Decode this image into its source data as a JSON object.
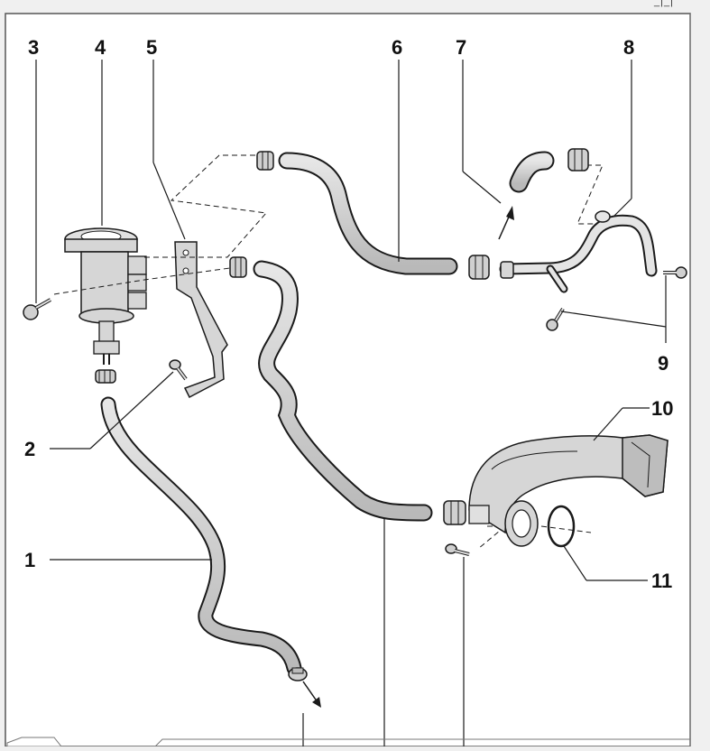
{
  "viewer": {
    "page_indicator": "_|_|"
  },
  "diagram": {
    "callouts": [
      {
        "id": "callout-1",
        "label": "1"
      },
      {
        "id": "callout-2",
        "label": "2"
      },
      {
        "id": "callout-3",
        "label": "3"
      },
      {
        "id": "callout-4",
        "label": "4"
      },
      {
        "id": "callout-5",
        "label": "5"
      },
      {
        "id": "callout-6",
        "label": "6"
      },
      {
        "id": "callout-7",
        "label": "7"
      },
      {
        "id": "callout-8",
        "label": "8"
      },
      {
        "id": "callout-9",
        "label": "9"
      },
      {
        "id": "callout-10",
        "label": "10"
      },
      {
        "id": "callout-11",
        "label": "11"
      }
    ]
  },
  "colors": {
    "line": "#1a1a1a",
    "hose_fill": "#cfcfcf",
    "part_fill": "#d6d6d6",
    "panel_bg": "#ffffff",
    "frame": "#555555"
  }
}
